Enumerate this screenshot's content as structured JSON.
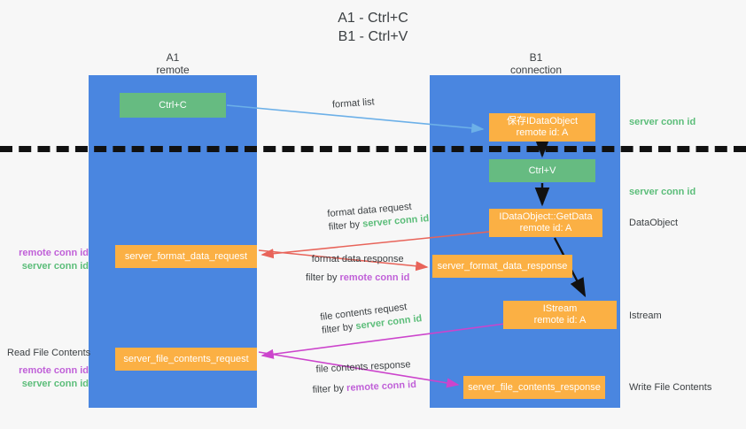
{
  "title": {
    "line1": "A1 - Ctrl+C",
    "line2": "B1 - Ctrl+V"
  },
  "lanes": [
    {
      "name": "A1",
      "subtitle": "remote",
      "color": "#4a86e0"
    },
    {
      "name": "B1",
      "subtitle": "connection",
      "color": "#4a86e0"
    }
  ],
  "colors": {
    "lane": "#4a86e0",
    "box_orange": "#fbb044",
    "box_green": "#66bb81",
    "server_conn_id": "#5bbd79",
    "remote_conn_id": "#c060d8",
    "arrow_blue": "#6cb0e8",
    "arrow_red": "#e8645a",
    "arrow_magenta": "#cc44cc",
    "arrow_black": "#111111",
    "divider": "#111111",
    "background": "#f7f7f7"
  },
  "boxes": {
    "ctrl_c": {
      "label": "Ctrl+C",
      "sub": ""
    },
    "save_idataobject": {
      "label": "保存IDataObject",
      "sub": "remote id: A"
    },
    "ctrl_v": {
      "label": "Ctrl+V",
      "sub": ""
    },
    "getdata": {
      "label": "IDataObject::GetData",
      "sub": "remote id: A"
    },
    "server_format_data_request": {
      "label": "server_format_data_request",
      "sub": ""
    },
    "server_format_data_response": {
      "label": "server_format_data_response",
      "sub": ""
    },
    "istream": {
      "label": "IStream",
      "sub": "remote id: A"
    },
    "server_file_contents_request": {
      "label": "server_file_contents_request",
      "sub": ""
    },
    "server_file_contents_response": {
      "label": "server_file_contents_response",
      "sub": ""
    }
  },
  "labels": {
    "format_list": "format list",
    "server_conn_id": "server conn id",
    "remote_conn_id": "remote conn id",
    "dataobject": "DataObject",
    "istream": "Istream",
    "write_file_contents": "Write File Contents",
    "read_file_contents": "Read File Contents",
    "format_data_request": "format data request",
    "format_data_response": "format data response",
    "file_contents_request": "file contents request",
    "file_contents_response": "file contents response",
    "filter_by": "filter by"
  }
}
